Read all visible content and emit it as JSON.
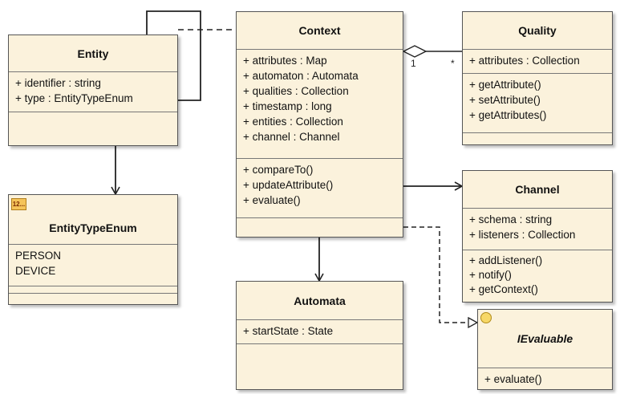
{
  "classes": {
    "entity": {
      "name": "Entity",
      "attributes": [
        "+ identifier : string",
        "+ type : EntityTypeEnum"
      ]
    },
    "context": {
      "name": "Context",
      "attributes": [
        "+ attributes : Map",
        "+ automaton : Automata",
        "+ qualities : Collection",
        "+ timestamp : long",
        "+ entities : Collection",
        "+ channel : Channel"
      ],
      "operations": [
        "+ compareTo()",
        "+ updateAttribute()",
        "+ evaluate()"
      ]
    },
    "quality": {
      "name": "Quality",
      "attributes": [
        "+ attributes : Collection"
      ],
      "operations": [
        "+ getAttribute()",
        "+ setAttribute()",
        "+ getAttributes()"
      ]
    },
    "entity_type_enum": {
      "name": "EntityTypeEnum",
      "icon_text": "12...",
      "literals": [
        "PERSON",
        "DEVICE"
      ]
    },
    "channel": {
      "name": "Channel",
      "attributes": [
        "+ schema : string",
        "+ listeners : Collection"
      ],
      "operations": [
        "+ addListener()",
        "+ notify()",
        "+ getContext()"
      ]
    },
    "automata": {
      "name": "Automata",
      "attributes": [
        "+ startState : State"
      ]
    },
    "ievaluable": {
      "name": "IEvaluable",
      "operations": [
        "+ evaluate()"
      ]
    }
  },
  "multiplicities": {
    "context_quality_one": "1",
    "context_quality_many": "*"
  },
  "icons": {
    "enum": "enumeration-icon",
    "interface": "interface-icon"
  },
  "colors": {
    "class_fill": "#fbf2dc",
    "class_border": "#555555",
    "line": "#222222"
  }
}
